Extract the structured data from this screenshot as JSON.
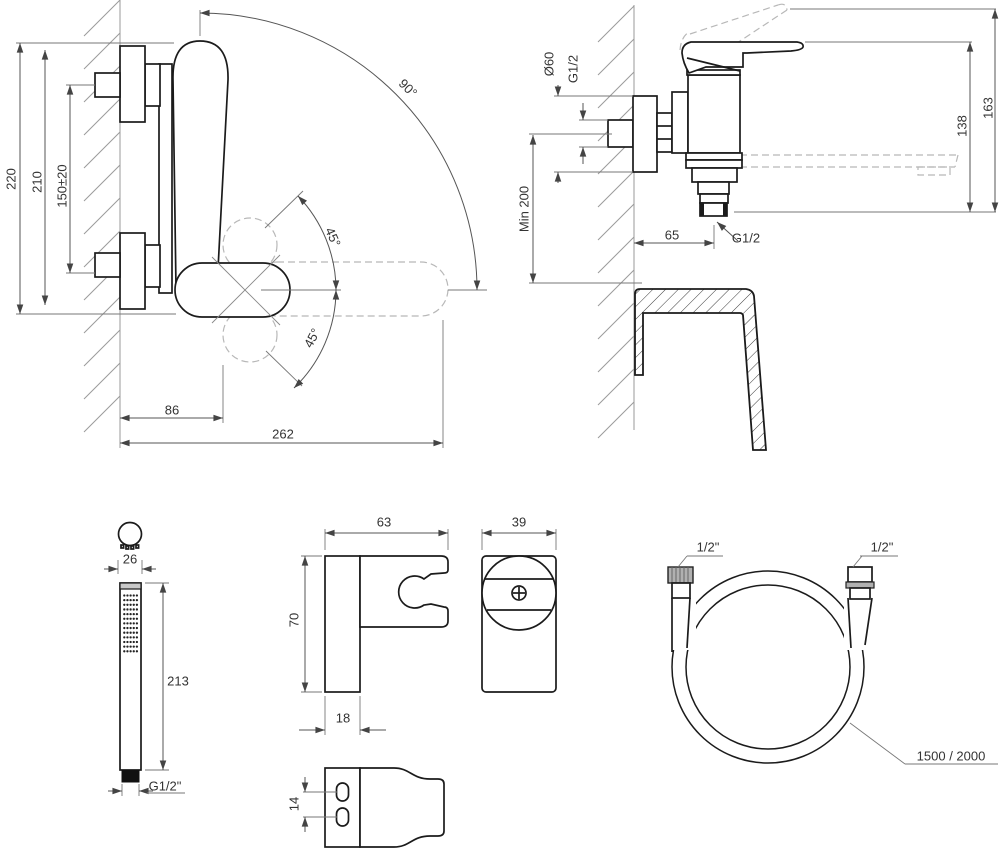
{
  "views": {
    "mixer_side": {
      "dims": {
        "overall_height": "220",
        "body_height": "210",
        "connection_spacing": "150±20",
        "reach_short": "86",
        "reach_long": "262",
        "swivel_angle": "90°",
        "tilt_up": "45°",
        "tilt_down": "45°"
      }
    },
    "mixer_front": {
      "dims": {
        "escutcheon_diameter": "Ø60",
        "wall_thread": "G1/2",
        "min_mount_height": "Min 200",
        "outlet_offset": "65",
        "outlet_thread": "G1/2",
        "lever_height": "138",
        "total_height": "163"
      }
    },
    "hand_shower": {
      "dims": {
        "head_width": "26",
        "length": "213",
        "thread": "G1/2\""
      }
    },
    "holder": {
      "dims": {
        "width": "63",
        "depth": "39",
        "height": "70",
        "base_width": "18",
        "hole_spacing": "14"
      }
    },
    "hose": {
      "dims": {
        "nut_left": "1/2\"",
        "nut_right": "1/2\"",
        "lengths": "1500 / 2000"
      }
    }
  }
}
